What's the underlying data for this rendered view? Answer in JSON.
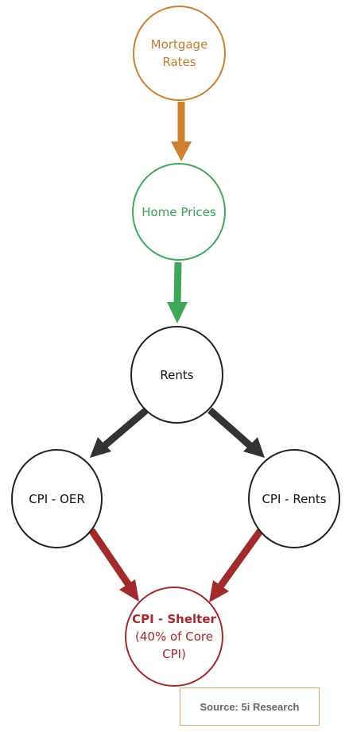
{
  "nodes": {
    "mortgage": {
      "line1": "Mortgage",
      "line2": "Rates",
      "color": "#cc8030"
    },
    "home": {
      "label": "Home Prices",
      "color": "#3ea85a"
    },
    "rents": {
      "label": "Rents",
      "color": "#222222"
    },
    "oer": {
      "label": "CPI - OER",
      "color": "#222222"
    },
    "cpi_rents": {
      "label": "CPI - Rents",
      "color": "#222222"
    },
    "shelter": {
      "line1": "CPI - Shelter",
      "line2": "(40% of Core",
      "line3": "CPI)",
      "color": "#a12a2c"
    }
  },
  "arrows": [
    {
      "from": "mortgage",
      "to": "home",
      "color": "#cc8030"
    },
    {
      "from": "home",
      "to": "rents",
      "color": "#3ea85a"
    },
    {
      "from": "rents",
      "to": "oer",
      "color": "#333333"
    },
    {
      "from": "rents",
      "to": "cpi_rents",
      "color": "#333333"
    },
    {
      "from": "oer",
      "to": "shelter",
      "color": "#a12a2c"
    },
    {
      "from": "cpi_rents",
      "to": "shelter",
      "color": "#a12a2c"
    }
  ],
  "source": {
    "label": "Source: 5i Research"
  }
}
